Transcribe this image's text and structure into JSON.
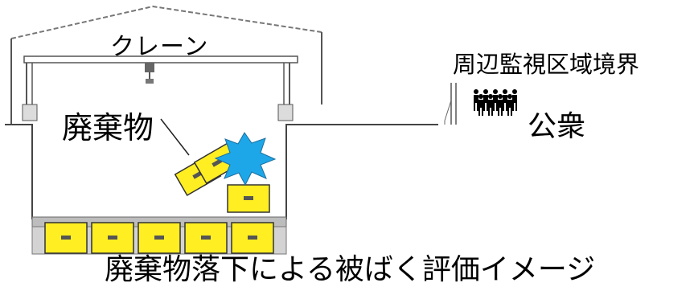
{
  "labels": {
    "crane": "クレーン",
    "waste": "廃棄物",
    "boundary": "周辺監視区域境界",
    "public": "公衆",
    "caption": "廃棄物落下による被ばく評価イメージ"
  },
  "colors": {
    "package_fill": "#ffee22",
    "impact_burst": "#1ea7e8",
    "line": "#4a4a4a",
    "text": "#000000"
  },
  "icons": {
    "public": "people-group-icon",
    "impact": "impact-burst-icon",
    "crane": "crane-hook-icon"
  },
  "packages_on_floor": 5
}
